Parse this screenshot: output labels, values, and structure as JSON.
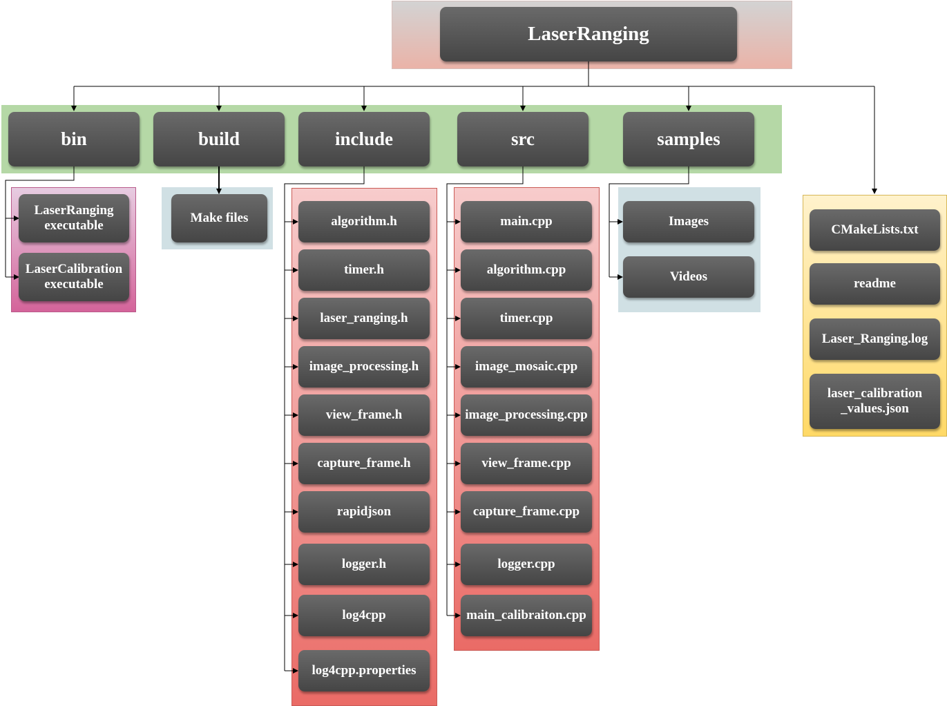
{
  "root": {
    "label": "LaserRanging"
  },
  "folders": {
    "bin": {
      "label": "bin",
      "items": [
        "LaserRanging\nexecutable",
        "LaserCalibration\nexecutable"
      ]
    },
    "build": {
      "label": "build",
      "items": [
        "Make files"
      ]
    },
    "include": {
      "label": "include",
      "items": [
        "algorithm.h",
        "timer.h",
        "laser_ranging.h",
        "image_processing.h",
        "view_frame.h",
        "capture_frame.h",
        "rapidjson",
        "logger.h",
        "log4cpp",
        "log4cpp.properties"
      ]
    },
    "src": {
      "label": "src",
      "items": [
        "main.cpp",
        "algorithm.cpp",
        "timer.cpp",
        "image_mosaic.cpp",
        "image_processing.cpp",
        "view_frame.cpp",
        "capture_frame.cpp",
        "logger.cpp",
        "main_calibraiton.cpp"
      ]
    },
    "samples": {
      "label": "samples",
      "items": [
        "Images",
        "Videos"
      ]
    }
  },
  "root_files": {
    "items": [
      "CMakeLists.txt",
      "readme",
      "Laser_Ranging.log",
      "laser_calibration\n_values.json"
    ]
  },
  "colors": {
    "node_top": "#6a6a6a",
    "node_bottom": "#454545",
    "root_panel_top": "#d3d3d3",
    "root_panel_bottom": "#eab3a8",
    "folder_row": "#b5d8a6",
    "bin_panel_top": "#e7cce1",
    "bin_panel_bottom": "#d4649a",
    "blue_panel": "#d0e0e4",
    "red_panel_top": "#f7cccc",
    "red_panel_bottom": "#ea6b66",
    "yellow_panel_top": "#fff2cc",
    "yellow_panel_bottom": "#ffd966",
    "connector": "#000000"
  }
}
